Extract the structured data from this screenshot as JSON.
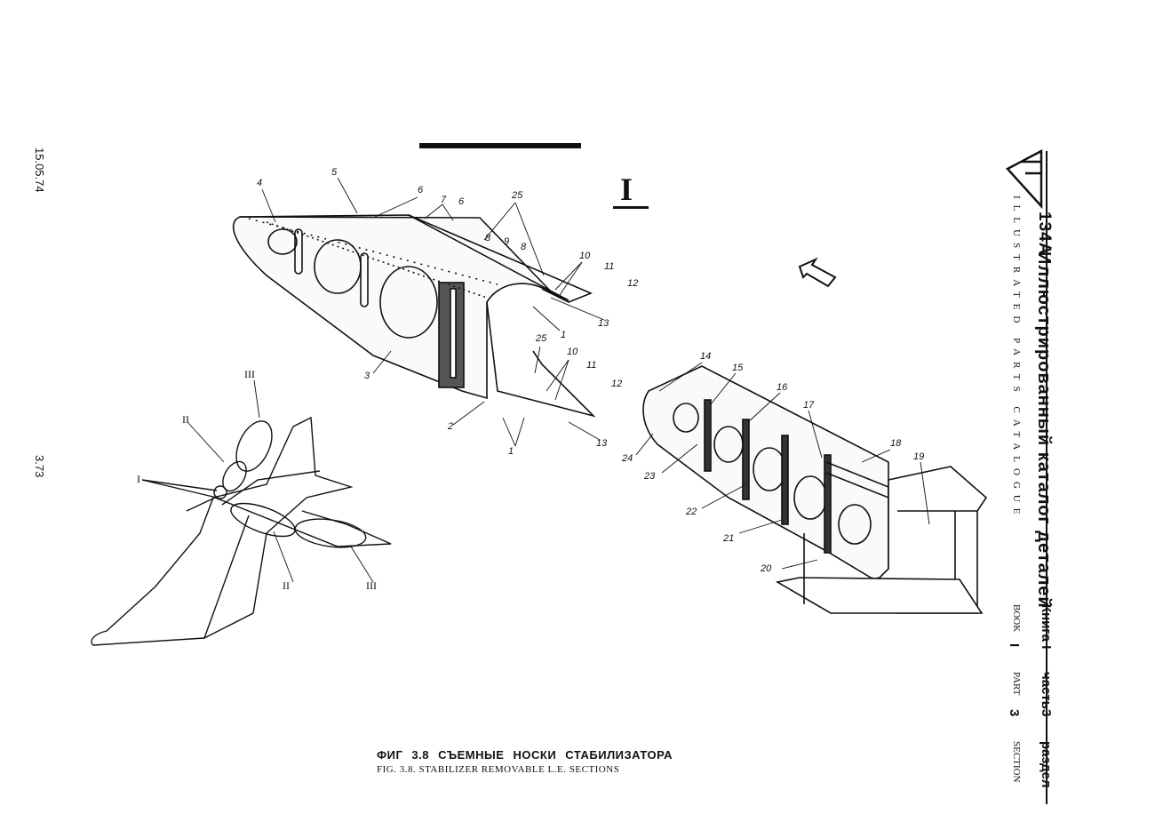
{
  "header": {
    "model": "134А",
    "title_ru": "Иллюстрированный каталог деталей",
    "title_en": "ILLUSTRATED PARTS CATALOGUE",
    "kniga": "Книга I",
    "book": "BOOK",
    "book_no": "I",
    "chast": "часть3",
    "part": "PART",
    "part_no": "3",
    "razdel": "раздел",
    "section": "SECTION"
  },
  "margin": {
    "date": "15.05.74",
    "page": "3.73"
  },
  "view_label": "I",
  "callouts": {
    "c1a": "1",
    "c1b": "1",
    "c2": "2",
    "c3": "3",
    "c4": "4",
    "c5": "5",
    "c6a": "6",
    "c6b": "6",
    "c7": "7",
    "c8a": "8",
    "c8b": "8",
    "c9": "9",
    "c10a": "10",
    "c10b": "10",
    "c11a": "11",
    "c11b": "11",
    "c12a": "12",
    "c12b": "12",
    "c13a": "13",
    "c13b": "13",
    "c14": "14",
    "c15": "15",
    "c16": "16",
    "c17": "17",
    "c18": "18",
    "c19": "19",
    "c20": "20",
    "c21": "21",
    "c22": "22",
    "c23": "23",
    "c24": "24",
    "c25a": "25",
    "c25b": "25"
  },
  "locator_labels": {
    "r1": "I",
    "r2": "II",
    "r3a": "III",
    "r2b": "II",
    "r3b": "III"
  },
  "caption": {
    "ru": "ФИГ 3.8 СЪЕМНЫЕ НОСКИ СТАБИЛИЗАТОРА",
    "en": "FIG. 3.8. STABILIZER REMOVABLE L.E. SECTIONS"
  }
}
